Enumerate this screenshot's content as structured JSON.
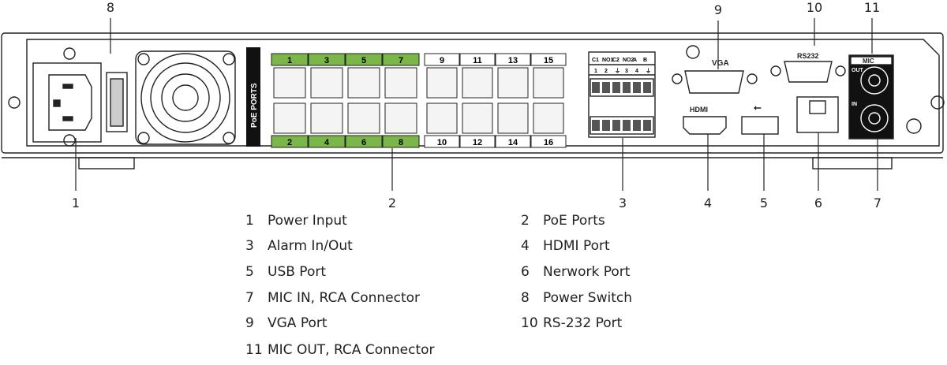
{
  "callouts": {
    "top": [
      {
        "n": "8"
      },
      {
        "n": "9"
      },
      {
        "n": "10"
      },
      {
        "n": "11"
      }
    ],
    "bottom": [
      {
        "n": "1"
      },
      {
        "n": "2"
      },
      {
        "n": "3"
      },
      {
        "n": "4"
      },
      {
        "n": "5"
      },
      {
        "n": "6"
      },
      {
        "n": "7"
      }
    ]
  },
  "panel": {
    "poe_label": "PoE PORTS",
    "poe_top_labels": [
      "1",
      "3",
      "5",
      "7",
      "9",
      "11",
      "13",
      "15"
    ],
    "poe_bottom_labels": [
      "2",
      "4",
      "6",
      "8",
      "10",
      "12",
      "14",
      "16"
    ],
    "poe_accent_color": "#7ab648",
    "alarm_top": [
      "C1",
      "NO1",
      "C2",
      "NO2",
      "A",
      "B"
    ],
    "alarm_bottom": [
      "1",
      "2",
      "⏚",
      "3",
      "4",
      "⏚"
    ],
    "vga_label": "VGA",
    "rs232_label": "RS232",
    "hdmi_logo": "HDMI",
    "mic_label": "MIC",
    "mic_out_label": "OUT",
    "mic_in_label": "IN"
  },
  "legend": [
    {
      "n": "1",
      "label": "Power Input"
    },
    {
      "n": "2",
      "label": "PoE Ports"
    },
    {
      "n": "3",
      "label": "Alarm In/Out"
    },
    {
      "n": "4",
      "label": "HDMI Port"
    },
    {
      "n": "5",
      "label": "USB Port"
    },
    {
      "n": "6",
      "label": "Nerwork Port"
    },
    {
      "n": "7",
      "label": "MIC IN, RCA Connector"
    },
    {
      "n": "8",
      "label": "Power Switch"
    },
    {
      "n": "9",
      "label": "VGA Port"
    },
    {
      "n": "10",
      "label": "RS-232 Port"
    },
    {
      "n": "11",
      "label": "MIC OUT, RCA Connector"
    }
  ]
}
